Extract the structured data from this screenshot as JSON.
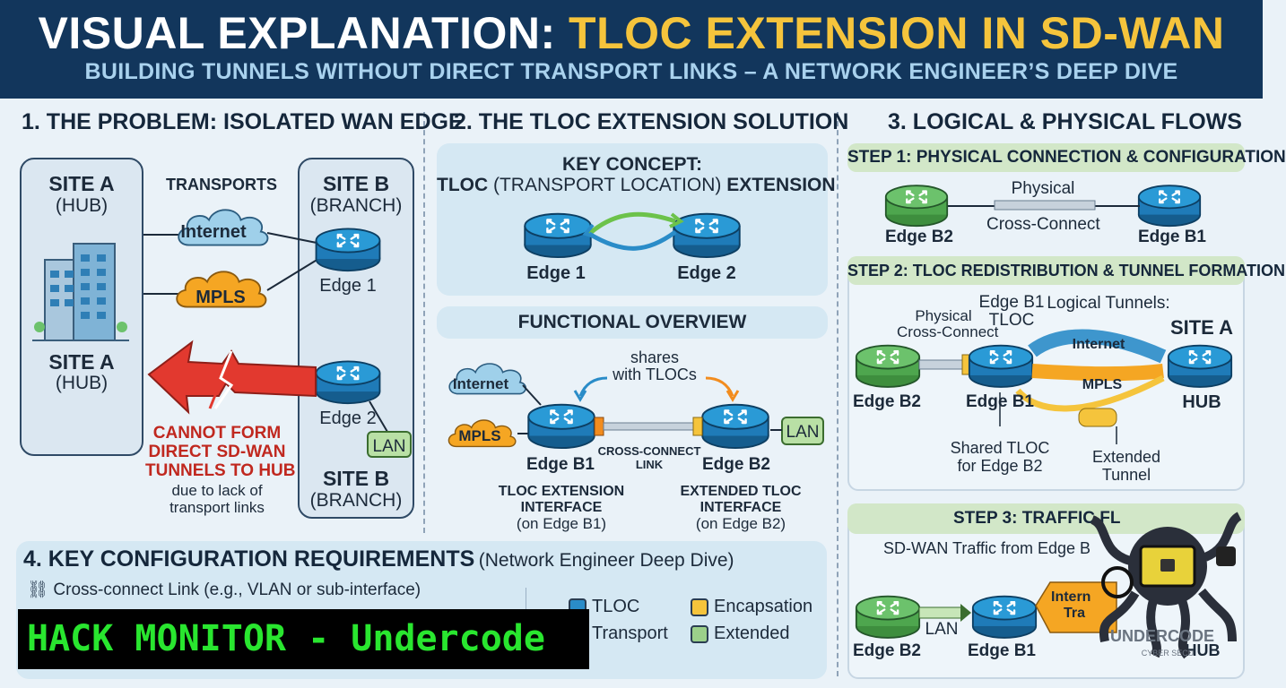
{
  "header": {
    "title_part1": "VISUAL EXPLANATION: ",
    "title_part2": "TLOC EXTENSION IN SD-WAN",
    "subtitle": "BUILDING TUNNELS WITHOUT DIRECT TRANSPORT LINKS – A NETWORK ENGINEER’S DEEP DIVE"
  },
  "section1": {
    "title": "1. THE PROBLEM: ISOLATED WAN EDGE",
    "site_a": "SITE A",
    "site_a_sub": "(HUB)",
    "site_a2": "SITE A",
    "site_a2_sub": "(HUB)",
    "transports": "TRANSPORTS",
    "internet": "Internet",
    "mpls": "MPLS",
    "site_b": "SITE B",
    "site_b_sub": "(BRANCH)",
    "site_b2": "SITE B",
    "site_b2_sub": "(BRANCH)",
    "edge1": "Edge 1",
    "edge2": "Edge 2",
    "lan": "LAN",
    "cannot_line1": "CANNOT FORM",
    "cannot_line2": "DIRECT SD-WAN",
    "cannot_line3": "TUNNELS TO HUB",
    "due_line1": "due to lack of",
    "due_line2": "transport links"
  },
  "section2": {
    "title": "2. THE TLOC EXTENSION SOLUTION",
    "key_concept": "KEY CONCEPT:",
    "tloc_prefix": "TLOC",
    "tloc_middle": " (TRANSPORT LOCATION) ",
    "tloc_suffix": "EXTENSION",
    "edge1": "Edge 1",
    "edge2": "Edge 2",
    "functional_overview": "FUNCTIONAL OVERVIEW",
    "internet": "Internet",
    "mpls": "MPLS",
    "shares_line1": "shares",
    "shares_line2": "with TLOCs",
    "edge_b1": "Edge B1",
    "edge_b2": "Edge B2",
    "lan": "LAN",
    "cross_connect_line1": "CROSS-CONNECT",
    "cross_connect_line2": "LINK",
    "tloc_ext_line1": "TLOC EXTENSION",
    "tloc_ext_line2": "INTERFACE",
    "tloc_ext_line3": "(on Edge B1)",
    "extended_line1": "EXTENDED TLOC",
    "extended_line2": "INTERFACE",
    "extended_line3": "(on Edge B2)"
  },
  "section3": {
    "title": "3. LOGICAL & PHYSICAL FLOWS",
    "step1": "STEP 1: PHYSICAL CONNECTION & CONFIGURATION",
    "step1_physical": "Physical",
    "step1_cross": "Cross-Connect",
    "step1_b2": "Edge B2",
    "step1_b1": "Edge B1",
    "step2": "STEP 2: TLOC REDISTRIBUTION & TUNNEL FORMATION",
    "step2_physical": "Physical",
    "step2_cross": "Cross-Connect",
    "step2_b1tloc_line1": "Edge B1",
    "step2_b1tloc_line2": "TLOC",
    "step2_logical": "Logical Tunnels:",
    "step2_site_a": "SITE A",
    "step2_internet": "Internet",
    "step2_mpls": "MPLS",
    "step2_b2": "Edge B2",
    "step2_b1": "Edge B1",
    "step2_hub": "HUB",
    "step2_shared_line1": "Shared TLOC",
    "step2_shared_line2": "for Edge B2",
    "step2_ext_line1": "Extended",
    "step2_ext_line2": "Tunnel",
    "step3": "STEP 3: TRAFFIC FL",
    "step3_desc": "SD-WAN Traffic from Edge B",
    "step3_lan": "LAN",
    "step3_b2": "Edge B2",
    "step3_b1": "Edge B1",
    "step3_inter": "Intern",
    "step3_tra": "Tra",
    "step3_hub": "HUB"
  },
  "section4": {
    "title": "4. KEY CONFIGURATION REQUIREMENTS",
    "title_note": "(Network Engineer Deep Dive)",
    "item1": "Cross-connect Link (e.g., VLAN or sub-interface)",
    "legend_tloc": "TLOC",
    "legend_transport": "Transport",
    "legend_encap": "Encapsation",
    "legend_extended": "Extended"
  },
  "watermark": {
    "text": "HACK MONITOR - Undercode",
    "logo_text": "UNDERCODE",
    "logo_sub": "CYBER SECU"
  },
  "colors": {
    "header_bg": "#12365c",
    "accent_yellow": "#f5c43c",
    "router_blue": "#2a8cc8",
    "router_green": "#5cb85c",
    "mpls_orange": "#f5a623",
    "internet_cloud": "#9fd0ea",
    "alert_red": "#d9342b",
    "watermark_green": "#29e62f"
  }
}
